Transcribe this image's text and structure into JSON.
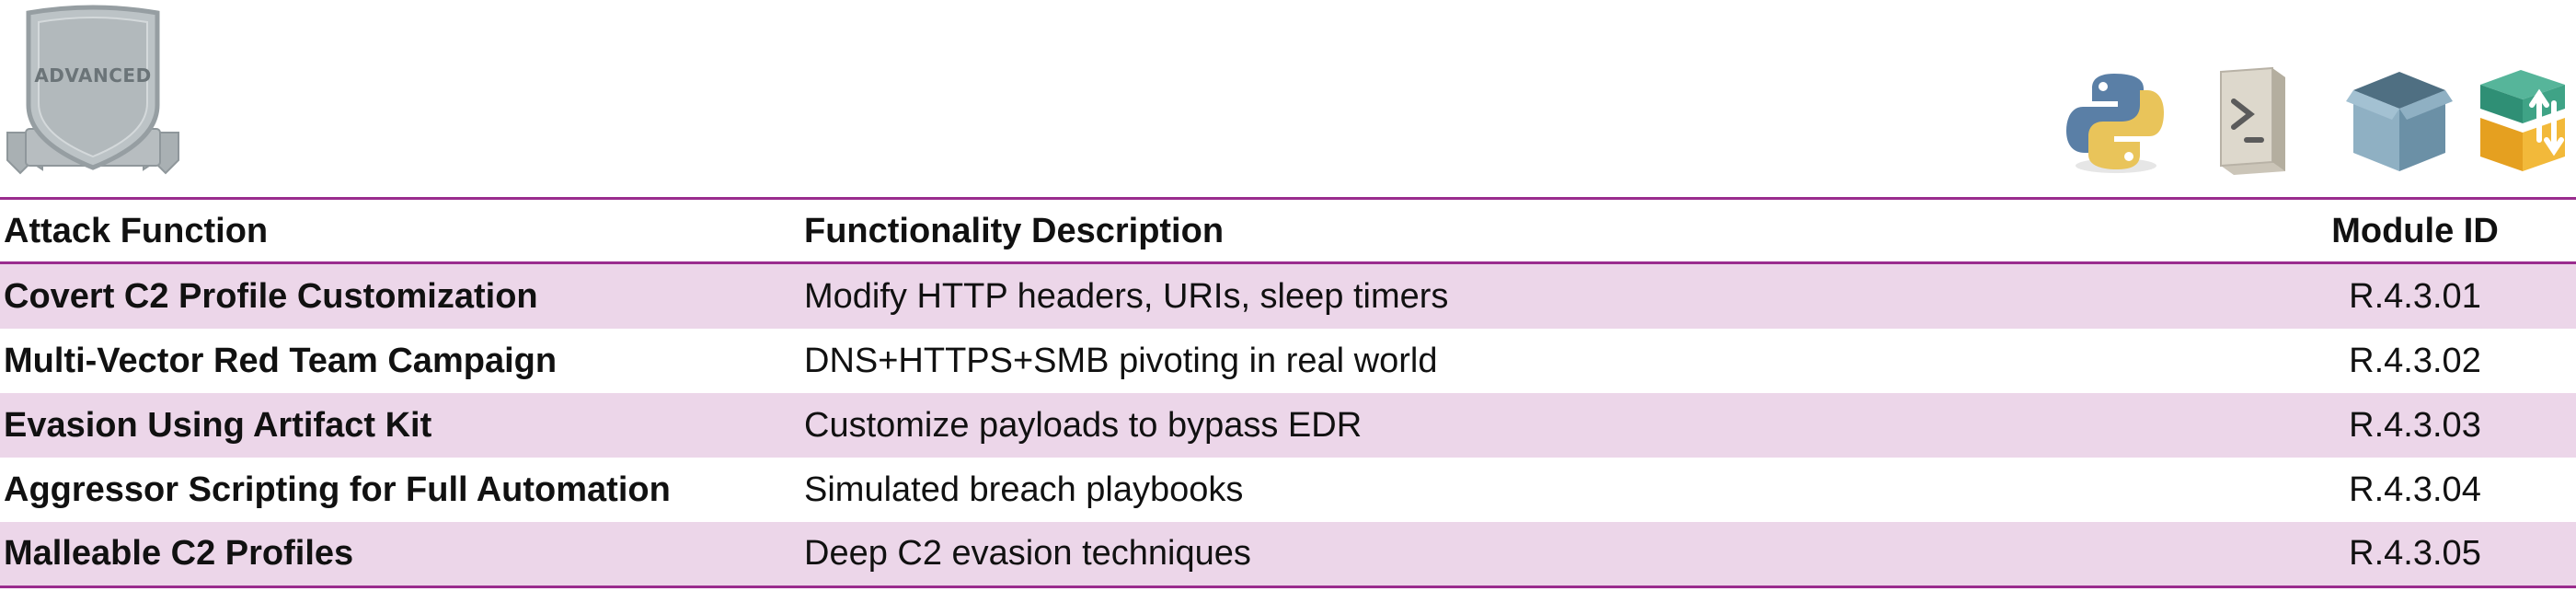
{
  "badge": {
    "label": "ADVANCED"
  },
  "toolbar": {
    "icons": [
      "python-icon",
      "terminal-icon",
      "box-icon",
      "package-transfer-icon"
    ]
  },
  "table": {
    "headers": {
      "function": "Attack Function",
      "description": "Functionality Description",
      "module_id": "Module ID"
    },
    "rows": [
      {
        "function": "Covert C2 Profile Customization",
        "description": "Modify HTTP headers, URIs, sleep timers",
        "module_id": "R.4.3.01"
      },
      {
        "function": "Multi-Vector Red Team Campaign",
        "description": "DNS+HTTPS+SMB pivoting in real world",
        "module_id": "R.4.3.02"
      },
      {
        "function": "Evasion Using Artifact Kit",
        "description": "Customize payloads to bypass EDR",
        "module_id": "R.4.3.03"
      },
      {
        "function": "Aggressor Scripting for Full Automation",
        "description": "Simulated breach playbooks",
        "module_id": "R.4.3.04"
      },
      {
        "function": "Malleable C2 Profiles",
        "description": "Deep C2 evasion techniques",
        "module_id": "R.4.3.05"
      }
    ]
  },
  "colors": {
    "accent_rule": "#9a2c8e",
    "stripe": "#ecd6e9",
    "badge_fill": "#b4bbbe"
  }
}
